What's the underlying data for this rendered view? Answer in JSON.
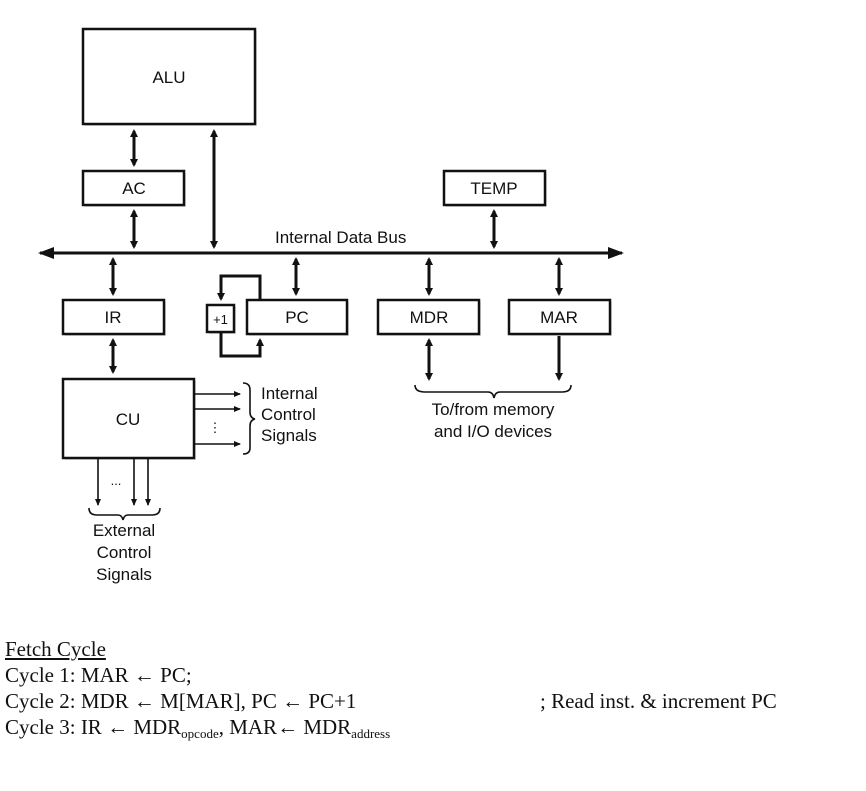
{
  "diagram": {
    "blocks": {
      "alu": "ALU",
      "ac": "AC",
      "temp": "TEMP",
      "ir": "IR",
      "inc": "+1",
      "pc": "PC",
      "mdr": "MDR",
      "mar": "MAR",
      "cu": "CU"
    },
    "bus_label": "Internal Data Bus",
    "internal_signals": [
      "Internal",
      "Control",
      "Signals"
    ],
    "external_signals": [
      "External",
      "Control",
      "Signals"
    ],
    "memory_io": [
      "To/from memory",
      "and I/O devices"
    ],
    "ellipsis_h": "...",
    "ellipsis_v": "⋮"
  },
  "fetch": {
    "title": "Fetch Cycle",
    "cycle1": "Cycle 1: MAR ← PC;",
    "cycle2": "Cycle 2: MDR ← M[MAR], PC ← PC+1",
    "cycle2_comment": "; Read inst. & increment PC",
    "cycle3_prefix": "Cycle 3: IR ← MDR",
    "cycle3_sub1": "opcode",
    "cycle3_mid": ", MAR← MDR",
    "cycle3_sub2": "address"
  }
}
